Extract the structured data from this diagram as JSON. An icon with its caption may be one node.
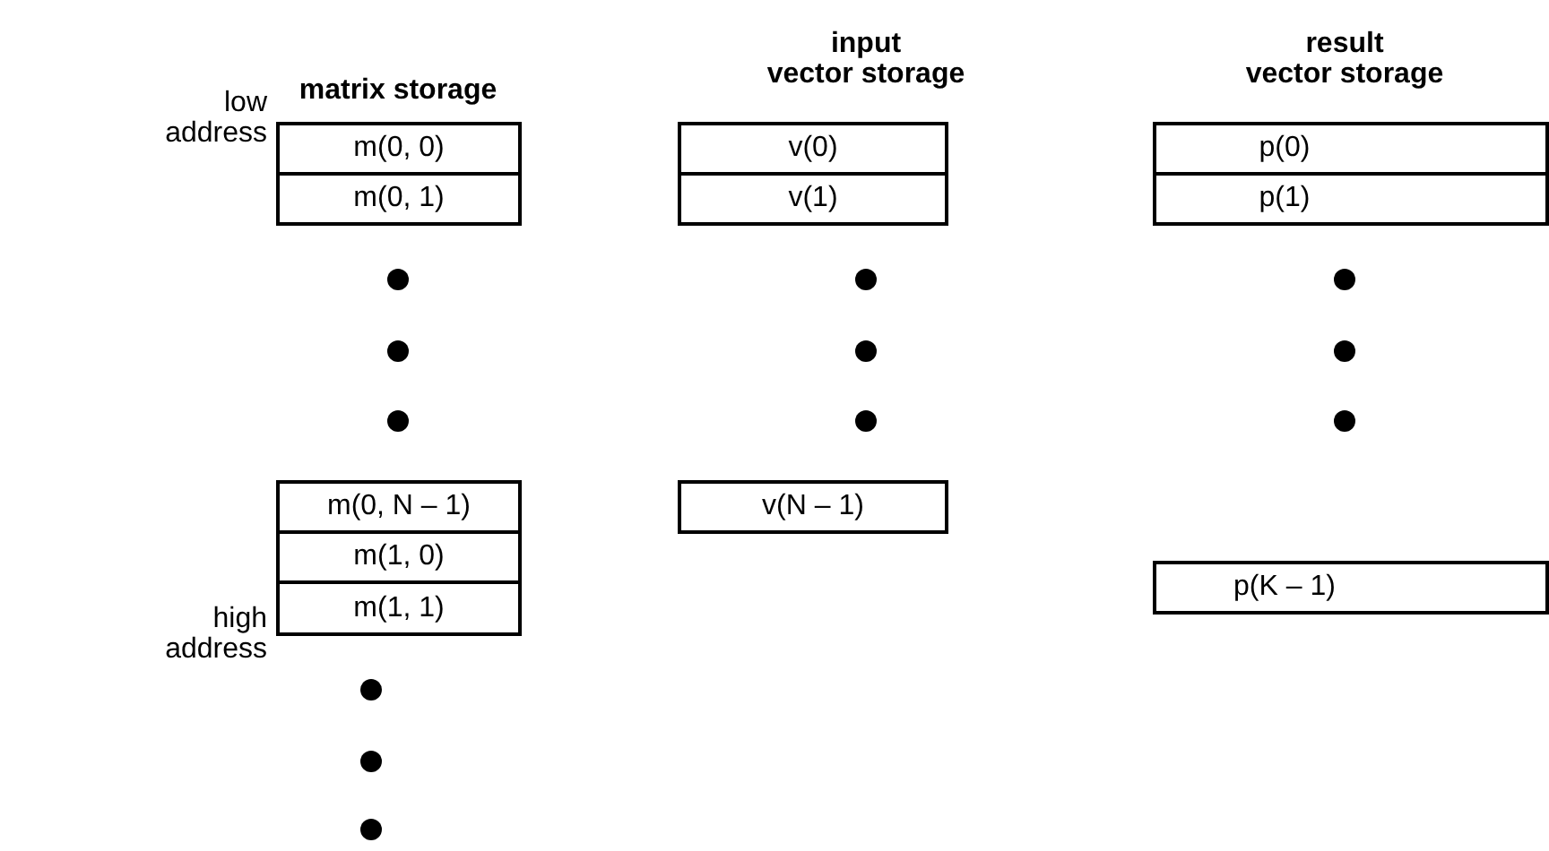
{
  "diagram": {
    "nodes": [
      {
        "text": [
          "m(0, 0)"
        ]
      },
      {
        "text": [
          "m(0, 1)"
        ]
      },
      {
        "text": [
          "m(0, N – 1)"
        ]
      },
      {
        "text": [
          "m(1, 0)"
        ]
      },
      {
        "text": [
          "m(1, 1)"
        ]
      },
      {
        "text": [
          "v(0)"
        ]
      },
      {
        "text": [
          "v(1)"
        ]
      },
      {
        "text": [
          "v(N – 1)"
        ]
      },
      {
        "text": [
          "p(0)"
        ]
      },
      {
        "text": [
          "p(1)"
        ]
      },
      {
        "text": [
          "p(K – 1)"
        ]
      }
    ],
    "labels": [
      "input",
      "result",
      "matrix storage",
      "vector storage",
      "vector storage",
      "low address",
      "high address"
    ]
  }
}
